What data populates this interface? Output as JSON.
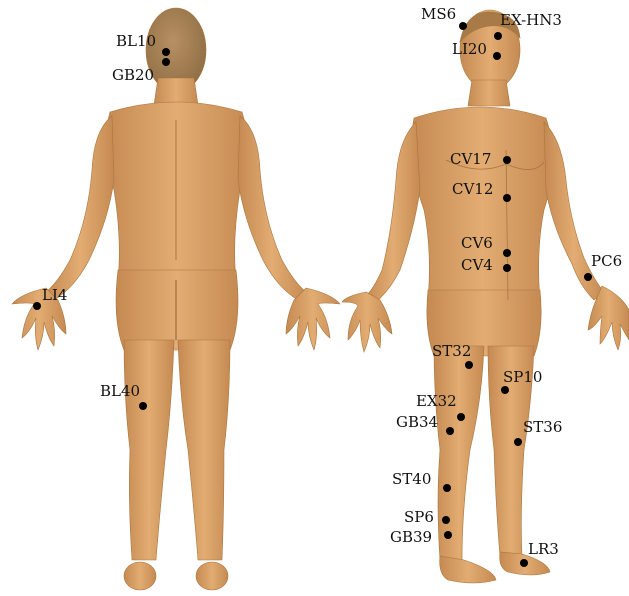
{
  "colors": {
    "skin": "#D9A066",
    "skin_shadow": "#B9804A",
    "hair": "#8A6A40",
    "marker": "#000000",
    "text": "#111111"
  },
  "back_view": {
    "points": [
      {
        "id": "BL10",
        "label": "BL10"
      },
      {
        "id": "GB20",
        "label": "GB20"
      },
      {
        "id": "LI4",
        "label": "LI4"
      },
      {
        "id": "BL40",
        "label": "BL40"
      }
    ]
  },
  "front_view": {
    "points": [
      {
        "id": "MS6",
        "label": "MS6"
      },
      {
        "id": "EX-HN3",
        "label": "EX-HN3"
      },
      {
        "id": "LI20",
        "label": "LI20"
      },
      {
        "id": "CV17",
        "label": "CV17"
      },
      {
        "id": "CV12",
        "label": "CV12"
      },
      {
        "id": "CV6",
        "label": "CV6"
      },
      {
        "id": "CV4",
        "label": "CV4"
      },
      {
        "id": "PC6",
        "label": "PC6"
      },
      {
        "id": "ST32",
        "label": "ST32"
      },
      {
        "id": "SP10",
        "label": "SP10"
      },
      {
        "id": "EX32",
        "label": "EX32"
      },
      {
        "id": "GB34",
        "label": "GB34"
      },
      {
        "id": "ST36",
        "label": "ST36"
      },
      {
        "id": "ST40",
        "label": "ST40"
      },
      {
        "id": "SP6",
        "label": "SP6"
      },
      {
        "id": "GB39",
        "label": "GB39"
      },
      {
        "id": "LR3",
        "label": "LR3"
      }
    ]
  }
}
